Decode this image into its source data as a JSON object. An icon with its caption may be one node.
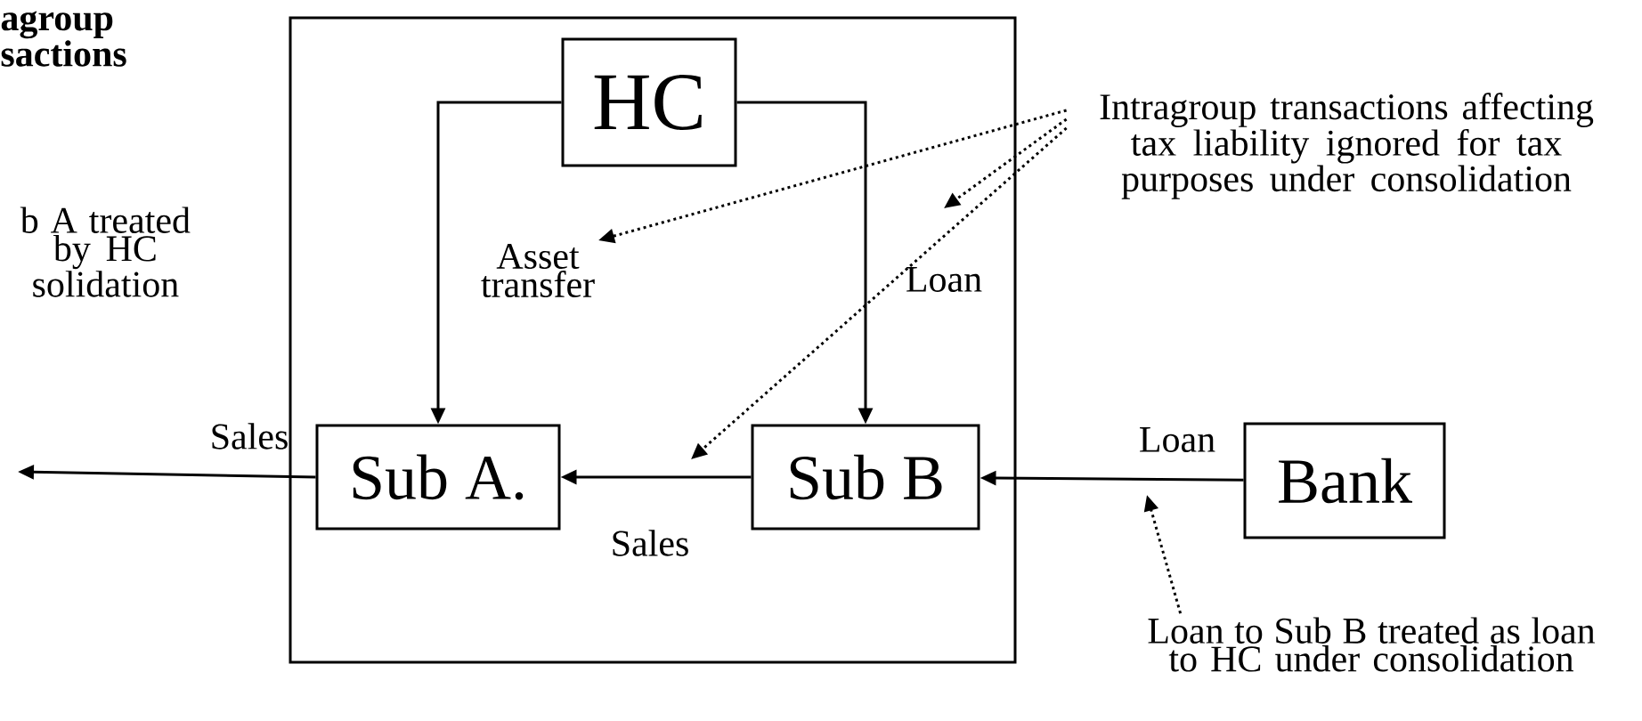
{
  "diagram": {
    "nodes": [
      {
        "text": [],
        "shape": "box"
      },
      {
        "text": [
          "HC"
        ],
        "in": 0
      },
      {
        "text": [
          "Sub A."
        ],
        "in": 0
      },
      {
        "text": [
          "Sub B"
        ],
        "in": 0
      },
      {
        "text": [
          "Bank"
        ]
      },
      {
        "text": [
          "Intragroup transactions affecting tax liability ignored for tax purposes under consolidation"
        ]
      },
      {
        "text": [
          "Loan to Sub B treated as loan to HC under consolidation"
        ]
      }
    ],
    "edges": [
      {
        "from": 1,
        "to": 2,
        "arrow": "to",
        "label": "Asset transfer"
      },
      {
        "from": 1,
        "to": 3,
        "arrow": "to",
        "label": "Loan"
      },
      {
        "from": 3,
        "to": 2,
        "arrow": "to",
        "label": "Sales"
      },
      {
        "from": 4,
        "to": 3,
        "arrow": "to",
        "label": "Loan"
      },
      {
        "from": 2,
        "to": null,
        "arrow": "to",
        "label": "Sales"
      },
      {
        "from": 5,
        "to": null,
        "arrow": "to",
        "style": "dashed"
      },
      {
        "from": 5,
        "to": null,
        "arrow": "to",
        "style": "dashed"
      },
      {
        "from": 5,
        "to": null,
        "arrow": "to",
        "style": "dashed"
      },
      {
        "from": 6,
        "to": null,
        "arrow": "to",
        "style": "dashed"
      }
    ],
    "labels": [
      "agroup sactions",
      "b A treated by HC solidation"
    ]
  }
}
